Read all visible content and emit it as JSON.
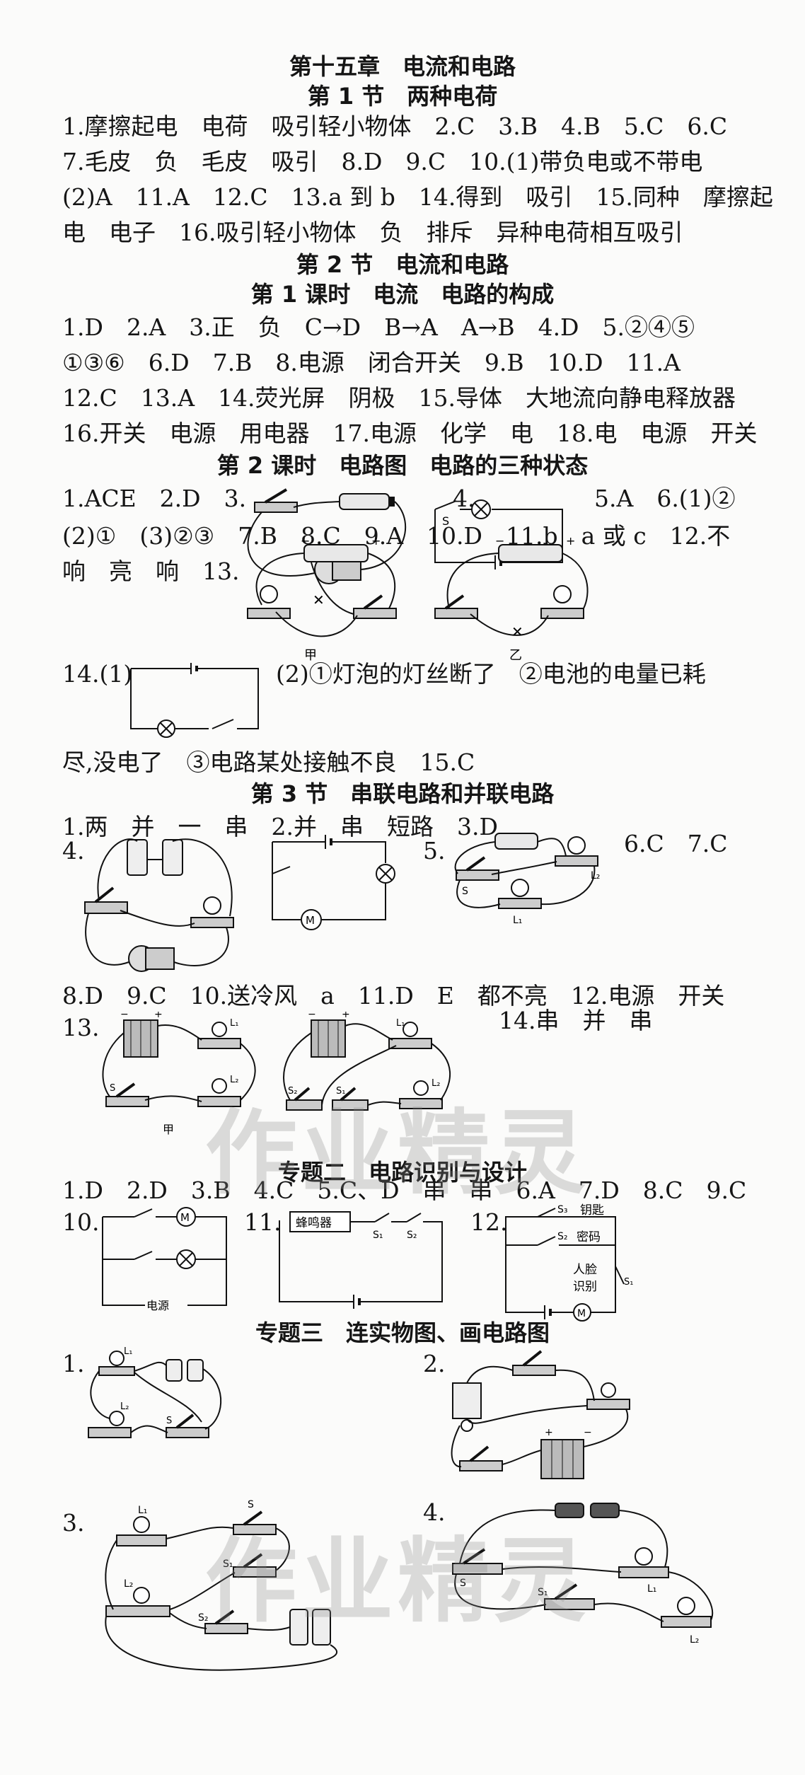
{
  "headings": {
    "chapter": "第十五章　电流和电路",
    "sec1": "第 1 节　两种电荷",
    "sec2": "第 2 节　电流和电路",
    "sec2_l1": "第 1 课时　电流　电路的构成",
    "sec2_l2": "第 2 课时　电路图　电路的三种状态",
    "sec3": "第 3 节　串联电路和并联电路",
    "topic2": "专题二　电路识别与设计",
    "topic3": "专题三　连实物图、画电路图"
  },
  "lines": {
    "l1": "1.摩擦起电　电荷　吸引轻小物体　2.C　3.B　4.B　5.C　6.C",
    "l2": "7.毛皮　负　毛皮　吸引　8.D　9.C　10.(1)带负电或不带电",
    "l3": "(2)A　11.A　12.C　13.a 到 b　14.得到　吸引　15.同种　摩擦起",
    "l4": "电　电子　16.吸引轻小物体　负　排斥　异种电荷相互吸引",
    "l5": "1.D　2.A　3.正　负　C→D　B→A　A→B　4.D　5.②④⑤",
    "l6": "①③⑥　6.D　7.B　8.电源　闭合开关　9.B　10.D　11.A",
    "l7": "12.C　13.A　14.荧光屏　阴极　15.导体　大地流向静电释放器",
    "l8": "16.开关　电源　用电器　17.电源　化学　电　18.电　电源　开关",
    "l9a": "1.ACE　2.D　3.",
    "l9b": "4.",
    "l9c": "5.A　6.(1)②",
    "l10": "(2)①　(3)②③　7.B　8.C　9.A　10.D　11.b　a 或 c　12.不",
    "l11": "响　亮　响　13.",
    "l12a": "14.(1)",
    "l12b": "(2)①灯泡的灯丝断了　②电池的电量已耗",
    "l13": "尽,没电了　③电路某处接触不良　15.C",
    "l14": "1.两　并　一　串　2.并　串　短路　3.D",
    "l15a": "4.",
    "l15b": "5.",
    "l15c": "6.C　7.C",
    "l16": "8.D　9.C　10.送冷风　a　11.D　E　都不亮　12.电源　开关",
    "l17a": "13.",
    "l17b": "14.串　并　串",
    "l18": "1.D　2.D　3.B　4.C　5.C、D　串　串　6.A　7.D　8.C　9.C",
    "l19a": "10.",
    "l19b": "11.",
    "l19c": "12.",
    "t3_1": "1.",
    "t3_2": "2.",
    "t3_3": "3.",
    "t3_4": "4."
  },
  "figure_labels": {
    "jia": "甲",
    "yi": "乙",
    "S": "S",
    "S1": "S₁",
    "S2": "S₂",
    "S3": "S₃",
    "L1": "L₁",
    "L2": "L₂",
    "M": "M",
    "buzzer": "蜂鸣器",
    "power": "电源",
    "key": "钥匙",
    "password": "密码",
    "face": "人脸",
    "recognize": "识别"
  },
  "watermark": "作业精灵"
}
